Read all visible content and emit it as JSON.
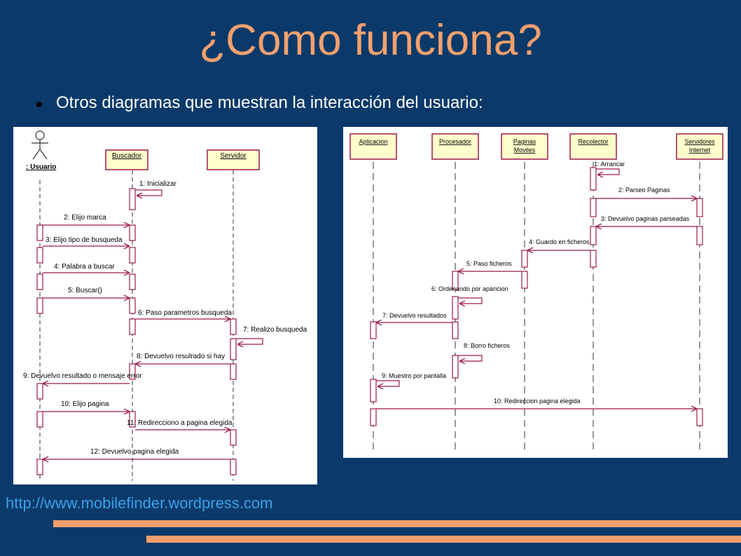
{
  "slide": {
    "title": "¿Como funciona?",
    "bullet": "Otros diagramas que muestran la interacción del usuario:",
    "url": "http://www.mobilefinder.wordpress.com"
  },
  "colors": {
    "background": "#0b3a6a",
    "title": "#f4a06e",
    "accent_stripes": "#f4a06e",
    "link": "#3aa0e8",
    "lifeline_box_fill": "#ffffcc",
    "message_color": "#9b1b4a"
  },
  "diagram_left": {
    "actor": ": Usuario",
    "objects": [
      "Buscador",
      "Servidor"
    ],
    "messages": [
      "1: Inicializar",
      "2: Elijo marca",
      "3: Elijo tipo de busqueda",
      "4: Palabra a buscar",
      "5: Buscar()",
      "6: Paso parametros busqueda",
      "7: Realizo busqueda",
      "8: Devuelvo resulrado si hay",
      "9: Devuelvo resultado o mensaje error",
      "10: Elijo pagina",
      "11: Redirecciono a pagina elegida",
      "12: Devuelvo pagina elegida"
    ]
  },
  "diagram_right": {
    "objects": [
      [
        "Aplicacion"
      ],
      [
        "Procesador"
      ],
      [
        "Paginas",
        "Moviles"
      ],
      [
        "Recolector"
      ],
      [
        "Servidores",
        "Internet"
      ]
    ],
    "messages": [
      "1: Arrancar",
      "2: Parseo Paginas",
      "3: Devuelvo paginas parseadas",
      "4: Guardo en ficheros",
      "5: Paso ficheros",
      "6: Ordenando por aparicion",
      "7: Devuelvo resultados",
      "8: Borro ficheros",
      "9: Muestro por pantalla",
      "10: Redireccion pagina elegida"
    ]
  }
}
